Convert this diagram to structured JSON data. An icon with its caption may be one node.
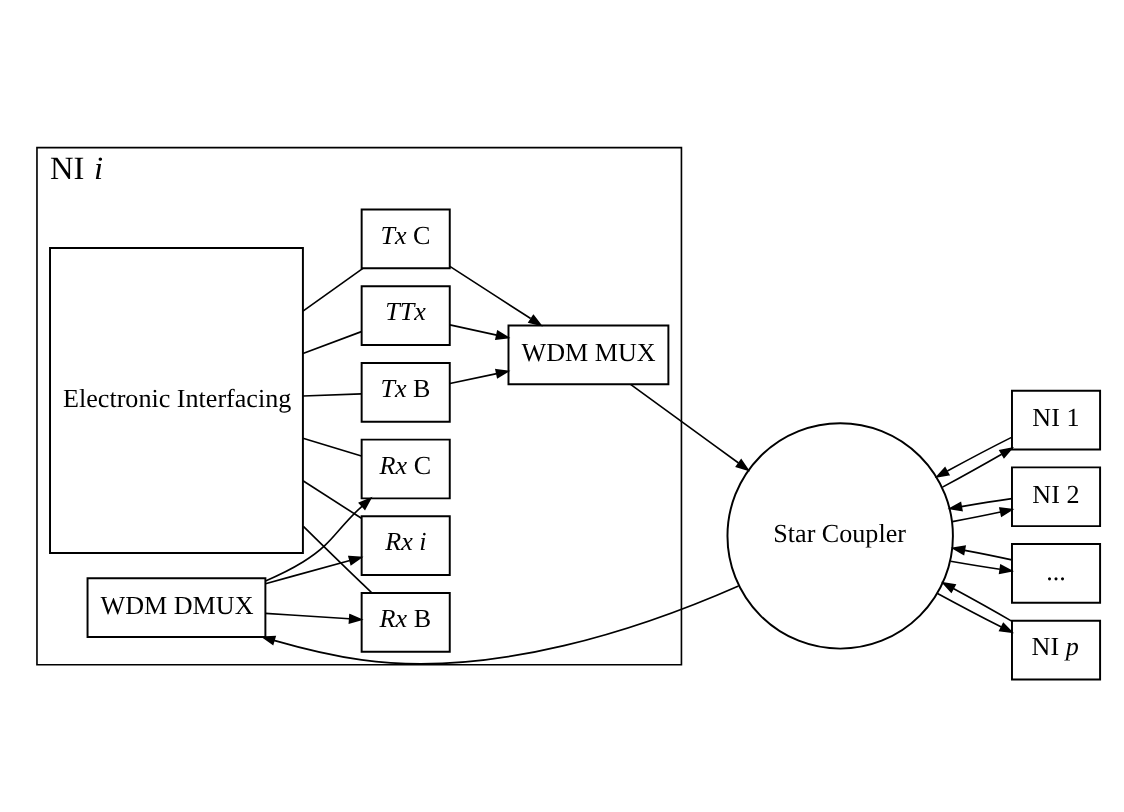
{
  "diagram": {
    "nodes": [
      {
        "text": [
          "NI *i*"
        ]
      },
      {
        "text": [
          "Electronic Interfacing"
        ],
        "in": 0
      },
      {
        "text": [
          "*Tx* C"
        ],
        "in": 0
      },
      {
        "text": [
          "*Tx* B"
        ],
        "in": 0
      },
      {
        "text": [
          "*TTx*"
        ],
        "in": 0
      },
      {
        "text": [
          "WDM MUX"
        ],
        "in": 0
      },
      {
        "text": [
          "*Rx* C"
        ],
        "in": 0
      },
      {
        "text": [
          "*Rx* B"
        ],
        "in": 0
      },
      {
        "text": [
          "*Rx i*"
        ],
        "in": 0
      },
      {
        "text": [
          "WDM DMUX"
        ],
        "in": 0
      },
      {
        "text": [
          "Star Coupler"
        ]
      },
      {
        "text": [
          "NI 1"
        ]
      },
      {
        "text": [
          "NI 2"
        ]
      },
      {
        "text": [
          "..."
        ]
      },
      {
        "text": [
          "NI *p*"
        ]
      }
    ],
    "edges": [
      {
        "from": 1,
        "to": 2,
        "arrow": "none"
      },
      {
        "from": 1,
        "to": 3,
        "arrow": "none"
      },
      {
        "from": 1,
        "to": 4,
        "arrow": "none"
      },
      {
        "from": 1,
        "to": 6,
        "arrow": "none"
      },
      {
        "from": 1,
        "to": 7,
        "arrow": "none"
      },
      {
        "from": 1,
        "to": 8,
        "arrow": "none"
      },
      {
        "from": 2,
        "to": 5,
        "arrow": "to"
      },
      {
        "from": 3,
        "to": 5,
        "arrow": "to"
      },
      {
        "from": 4,
        "to": 5,
        "arrow": "to"
      },
      {
        "from": 9,
        "to": 6,
        "arrow": "to"
      },
      {
        "from": 9,
        "to": 7,
        "arrow": "to"
      },
      {
        "from": 9,
        "to": 8,
        "arrow": "to"
      },
      {
        "from": 5,
        "to": 10,
        "arrow": "to"
      },
      {
        "from": 10,
        "to": 9,
        "arrow": "to"
      },
      {
        "from": 10,
        "to": 11,
        "arrow": "to"
      },
      {
        "from": 11,
        "to": 10,
        "arrow": "to"
      },
      {
        "from": 10,
        "to": 12,
        "arrow": "to"
      },
      {
        "from": 12,
        "to": 10,
        "arrow": "to"
      },
      {
        "from": 10,
        "to": 13,
        "arrow": "to"
      },
      {
        "from": 13,
        "to": 10,
        "arrow": "to"
      },
      {
        "from": 10,
        "to": 14,
        "arrow": "to"
      },
      {
        "from": 14,
        "to": 10,
        "arrow": "to"
      }
    ]
  }
}
